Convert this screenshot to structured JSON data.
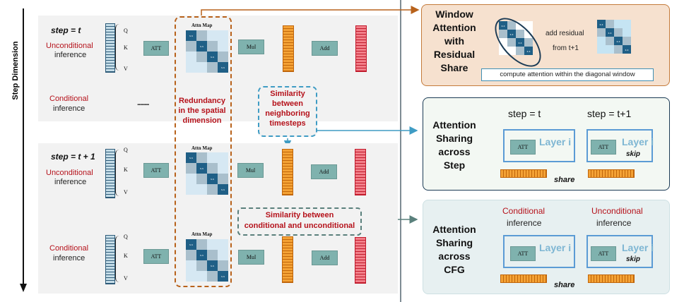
{
  "axis": {
    "label": "Step Dimension"
  },
  "left": {
    "panel_top": {
      "step_label": "step = t",
      "uncond_red": "Unconditional",
      "uncond_black": "inference",
      "cond_red": "Conditional",
      "cond_black": "inference",
      "ellipsis": "........"
    },
    "panel_bottom": {
      "step_label": "step = t + 1",
      "uncond_red": "Unconditional",
      "uncond_black": "inference",
      "cond_red": "Conditional",
      "cond_black": "inference"
    },
    "qkv": [
      "Q",
      "K",
      "V"
    ],
    "att_label": "ATT",
    "attn_map_label": "Attn Map",
    "attn_cell": "x.x",
    "mul_label": "Mul",
    "add_label": "Add",
    "annotations": {
      "redundancy": [
        "Redundancy",
        "in the spatial",
        "dimension"
      ],
      "similarity_steps": [
        "Similarity",
        "between",
        "neighboring",
        "timesteps"
      ],
      "similarity_cfg": [
        "Similarity between",
        "conditional and unconditional"
      ]
    }
  },
  "right": {
    "window": {
      "title": [
        "Window",
        "Attention",
        "with",
        "Residual",
        "Share"
      ],
      "arrow_label_top": "add residual",
      "arrow_label_bottom": "from t+1",
      "caption": "compute attention within the diagonal window"
    },
    "step_share": {
      "title": [
        "Attention",
        "Sharing",
        "across",
        "Step"
      ],
      "left_header": "step = t",
      "right_header": "step = t+1",
      "layer_label": "Layer i",
      "att_label": "ATT",
      "skip_label": "skip",
      "share_label": "share"
    },
    "cfg_share": {
      "title": [
        "Attention",
        "Sharing",
        "across",
        "CFG"
      ],
      "left_header_red": "Conditional",
      "left_header_black": "inference",
      "right_header_red": "Unconditional",
      "right_header_black": "inference",
      "layer_label": "Layer i",
      "att_label": "ATT",
      "skip_label": "skip",
      "share_label": "share"
    }
  },
  "colors": {
    "orange_accent": "#b8621b",
    "blue_accent": "#3f9cc4",
    "teal_accent": "#5a807c",
    "red_text": "#b5121b"
  }
}
